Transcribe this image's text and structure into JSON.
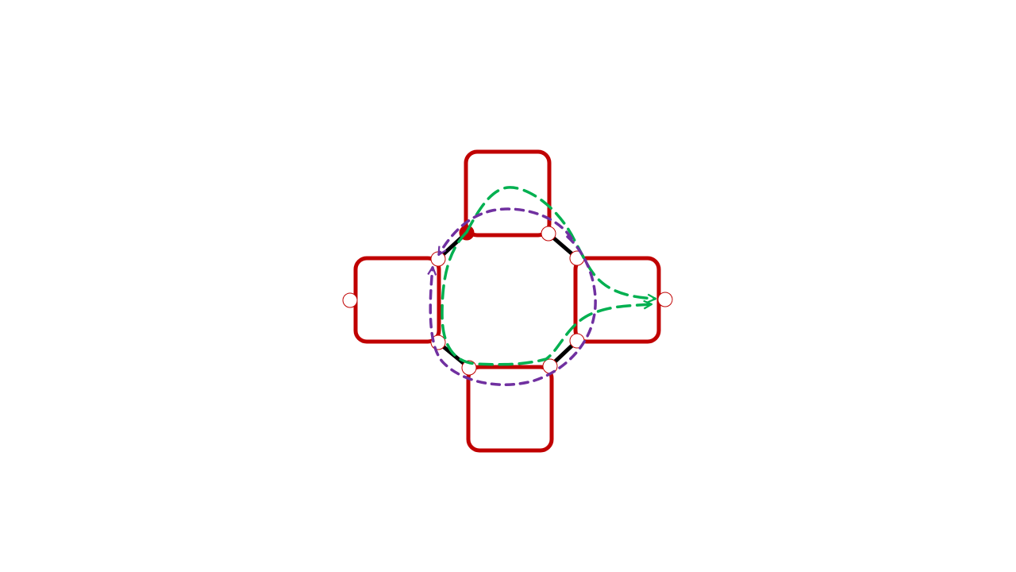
{
  "diagram": {
    "colors": {
      "box_stroke": "#c00000",
      "ring_stroke": "#000000",
      "port_stroke": "#c00000",
      "port_fill": "#ffffff",
      "port_active_fill": "#c00000",
      "route_green": "#00b050",
      "route_purple": "#7030a0",
      "background": "#ffffff"
    },
    "nodes": [
      {
        "id": "box-top"
      },
      {
        "id": "box-left"
      },
      {
        "id": "box-right"
      },
      {
        "id": "box-bottom"
      }
    ],
    "paths": [
      {
        "id": "green-path",
        "style": "long-dash",
        "arrowheads": 2
      },
      {
        "id": "purple-path",
        "style": "short-dash",
        "arrowheads": 2
      }
    ]
  }
}
